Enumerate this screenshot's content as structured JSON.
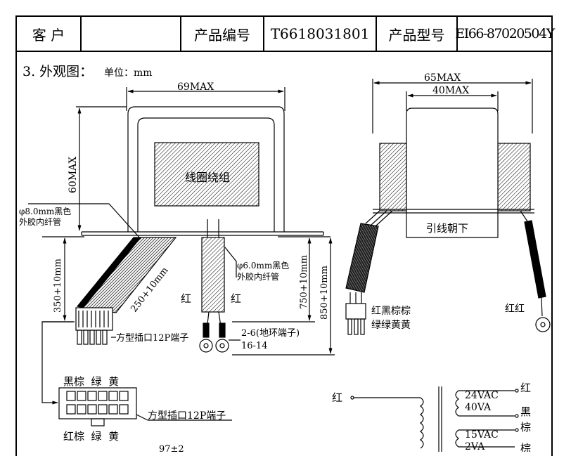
{
  "header": {
    "customer_label": "客 户",
    "customer_value": "",
    "product_no_label": "产品编号",
    "product_no_value": "T6618031801",
    "product_model_label": "产品型号",
    "product_model_value": "EI66-87020504Y"
  },
  "section": {
    "title": "3. 外观图：",
    "unit": "单位：mm"
  },
  "front_view": {
    "width_dim": "69MAX",
    "height_dim": "60MAX",
    "coil_label": "线圈绕组",
    "sleeve_left": [
      "φ8.0mm黑色",
      "外胶内纤管"
    ],
    "sleeve_right": [
      "φ6.0mm黑色",
      "外胶内纤管"
    ],
    "lead_left_dim": "350+10mm",
    "lead_diag_dim": "250+10mm",
    "lead_mid_dim": "750+10mm",
    "lead_long_dim": "850+10mm",
    "red_left": "红",
    "red_right": "红",
    "connector_label": "方型插口12P端子",
    "ring_terminal": "2-6(地环端子)",
    "awg": "16-14"
  },
  "side_view": {
    "width_outer": "65MAX",
    "width_inner": "40MAX",
    "leads_down": "引线朝下",
    "connector_colors_1": "红黑棕棕",
    "connector_colors_2": "绿绿黄黄",
    "red_red": "红红"
  },
  "connector_detail": {
    "top_labels": "黑棕  绿  黄",
    "bottom_labels": "红棕  绿  黄",
    "label": "方型插口12P端子",
    "dim": "97±2"
  },
  "schematic": {
    "primary": "红",
    "sec1_volt": "24VAC",
    "sec1_amp": "40VA",
    "sec1_top": "红",
    "sec1_bot": "黑",
    "sec2_top": "棕",
    "sec2_volt": "15VAC",
    "sec2_amp": "2VA",
    "sec2_bot": "棕"
  }
}
